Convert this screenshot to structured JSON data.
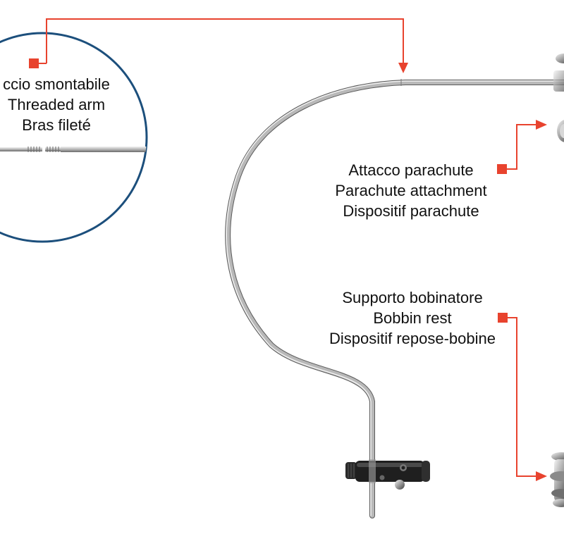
{
  "colors": {
    "callout": "#e8432e",
    "circle": "#1c4f7c",
    "metal_light": "#e8e8e8",
    "metal_mid": "#a9a9a9",
    "metal_dark": "#555555",
    "clamp": "#222222"
  },
  "labels": {
    "threaded_arm": {
      "it": "ccio smontabile",
      "en": "Threaded arm",
      "fr": "Bras fileté"
    },
    "parachute_attachment": {
      "it": "Attacco parachute",
      "en": "Parachute attachment",
      "fr": "Dispositif parachute"
    },
    "bobbin_rest": {
      "it": "Supporto bobinatore",
      "en": "Bobbin rest",
      "fr": "Dispositif repose-bobine"
    }
  }
}
